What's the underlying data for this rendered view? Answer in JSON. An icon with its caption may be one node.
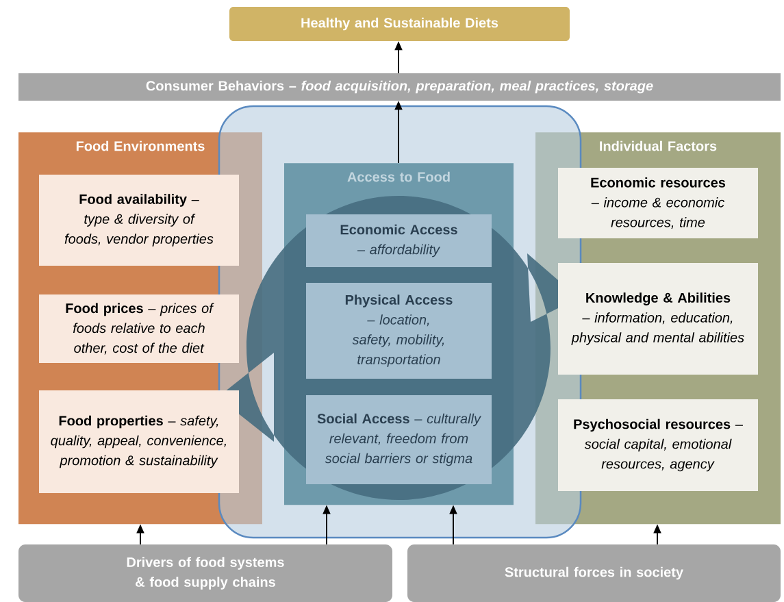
{
  "diagram": {
    "nodes": [
      {
        "text": [
          "Healthy and Sustainable Diets"
        ]
      },
      {
        "text": [
          "Consumer Behaviors – *food acquisition, preparation, meal practices, storage*"
        ]
      },
      {
        "text": [
          "Food Environments"
        ]
      },
      {
        "text": [
          "**Food availability** – *type & diversity of foods, vendor properties*"
        ],
        "in": 2
      },
      {
        "text": [
          "**Food prices** – *prices of foods relative to each other, cost of the diet*"
        ],
        "in": 2
      },
      {
        "text": [
          "**Food properties** – *safety, quality, appeal, convenience, promotion & sustainability*"
        ],
        "in": 2
      },
      {
        "text": [
          "Access to Food"
        ]
      },
      {
        "text": [
          "**Economic Access** – *affordability*"
        ],
        "in": 6
      },
      {
        "text": [
          "**Physical  Access** – *location, safety, mobility, transportation*"
        ],
        "in": 6
      },
      {
        "text": [
          "**Social Access** – *culturally relevant, freedom from social barriers or stigma*"
        ],
        "in": 6
      },
      {
        "text": [
          "Individual Factors"
        ]
      },
      {
        "text": [
          "**Economic resources** – *income & economic resources, time*"
        ],
        "in": 10
      },
      {
        "text": [
          "**Knowledge & Abilities** – *information, education, physical and mental abilities*"
        ],
        "in": 10
      },
      {
        "text": [
          "**Psychosocial resources** – *social capital, emotional resources, agency*"
        ],
        "in": 10
      },
      {
        "text": [
          "Drivers of food systems & food supply chains"
        ]
      },
      {
        "text": [
          "Structural forces in society"
        ]
      }
    ],
    "edges": [
      {
        "from": 1,
        "to": 0,
        "arrow": "to"
      },
      {
        "from": 6,
        "to": 1,
        "arrow": "to"
      },
      {
        "from": 14,
        "to": 2,
        "arrow": "to"
      },
      {
        "from": 14,
        "to": 6,
        "arrow": "to"
      },
      {
        "from": 15,
        "to": 6,
        "arrow": "to"
      },
      {
        "from": 15,
        "to": 10,
        "arrow": "to"
      }
    ]
  }
}
